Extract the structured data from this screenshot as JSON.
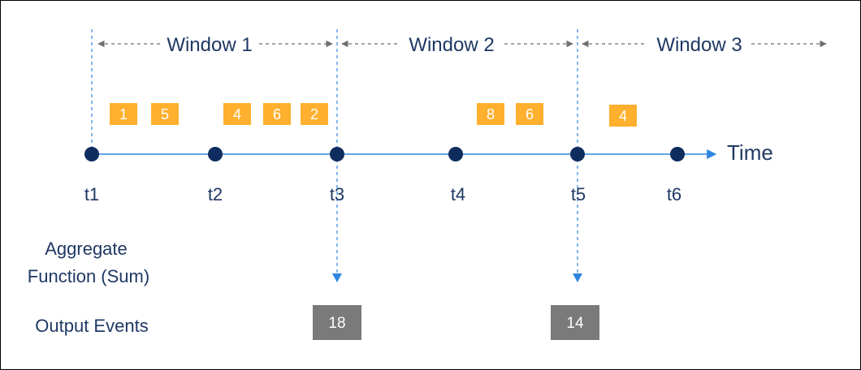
{
  "colors": {
    "timeline": "#2e86de",
    "node": "#0e2c5e",
    "dash": "#6e6e6e",
    "text": "#1f3864",
    "event_fill": "#ffb02e",
    "output_fill": "#7a7a7a"
  },
  "axis_label": "Time",
  "windows": [
    {
      "label": "Window 1"
    },
    {
      "label": "Window 2"
    },
    {
      "label": "Window 3"
    }
  ],
  "ticks": [
    "t1",
    "t2",
    "t3",
    "t4",
    "t5",
    "t6"
  ],
  "events": [
    "1",
    "5",
    "4",
    "6",
    "2",
    "8",
    "6",
    "4"
  ],
  "labels": {
    "aggregate_line1": "Aggregate",
    "aggregate_line2": "Function (Sum)",
    "output_events": "Output Events"
  },
  "outputs": [
    "18",
    "14"
  ]
}
